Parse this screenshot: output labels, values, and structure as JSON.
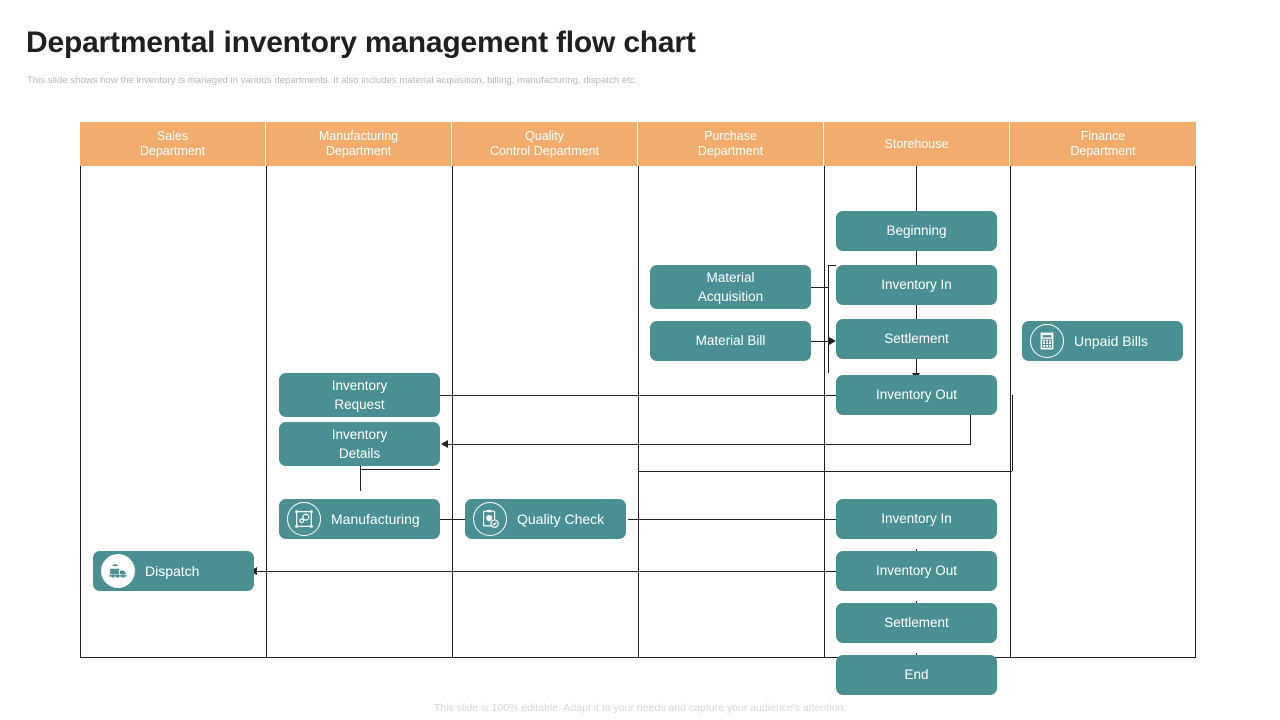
{
  "slide": {
    "title": "Departmental inventory management flow chart",
    "subtitle": "This slide shows how the inventory is managed in various departments. It also includes material acquisition, billing,  manufacturing, dispatch etc.",
    "footer": "This slide is 100% editable. Adapt it to your needs and capture your audience's attention."
  },
  "colors": {
    "header_orange": "#f2ac6e",
    "node_teal": "#4a9093",
    "node_text": "#ffffff",
    "line": "#231f20",
    "title_text": "#231f20",
    "muted_text": "#b7b7b7"
  },
  "columns": [
    {
      "id": "sales",
      "line1": "Sales",
      "line2": "Department"
    },
    {
      "id": "manufacturing",
      "line1": "Manufacturing",
      "line2": "Department"
    },
    {
      "id": "quality",
      "line1": "Quality",
      "line2": "Control Department"
    },
    {
      "id": "purchase",
      "line1": "Purchase",
      "line2": "Department"
    },
    {
      "id": "storehouse",
      "line1": "Storehouse",
      "line2": ""
    },
    {
      "id": "finance",
      "line1": "Finance",
      "line2": "Department"
    }
  ],
  "nodes": {
    "beginning": {
      "label": "Beginning",
      "column": "storehouse"
    },
    "inventory_in_1": {
      "label": "Inventory  In",
      "column": "storehouse"
    },
    "settlement_1": {
      "label": "Settlement",
      "column": "storehouse"
    },
    "inventory_out_1": {
      "label": "Inventory  Out",
      "column": "storehouse"
    },
    "inventory_in_2": {
      "label": "Inventory  In",
      "column": "storehouse"
    },
    "inventory_out_2": {
      "label": "Inventory  Out",
      "column": "storehouse"
    },
    "settlement_2": {
      "label": "Settlement",
      "column": "storehouse"
    },
    "end": {
      "label": "End",
      "column": "storehouse"
    },
    "material_acq_l1": {
      "label": "Material",
      "column": "purchase"
    },
    "material_acq_l2": {
      "label": "Acquisition",
      "column": "purchase"
    },
    "material_bill": {
      "label": "Material Bill",
      "column": "purchase"
    },
    "inv_request_l1": {
      "label": "Inventory",
      "column": "manufacturing"
    },
    "inv_request_l2": {
      "label": "Request",
      "column": "manufacturing"
    },
    "inv_details_l1": {
      "label": "Inventory",
      "column": "manufacturing"
    },
    "inv_details_l2": {
      "label": "Details",
      "column": "manufacturing"
    },
    "manufacturing": {
      "label": "Manufacturing",
      "column": "manufacturing",
      "icon": "manufacturing-icon"
    },
    "quality_check": {
      "label": "Quality  Check",
      "column": "quality",
      "icon": "quality-check-icon"
    },
    "dispatch": {
      "label": "Dispatch",
      "column": "sales",
      "icon": "dispatch-truck-icon"
    },
    "unpaid_bills": {
      "label": "Unpaid Bills",
      "column": "finance",
      "icon": "invoice-icon"
    }
  }
}
